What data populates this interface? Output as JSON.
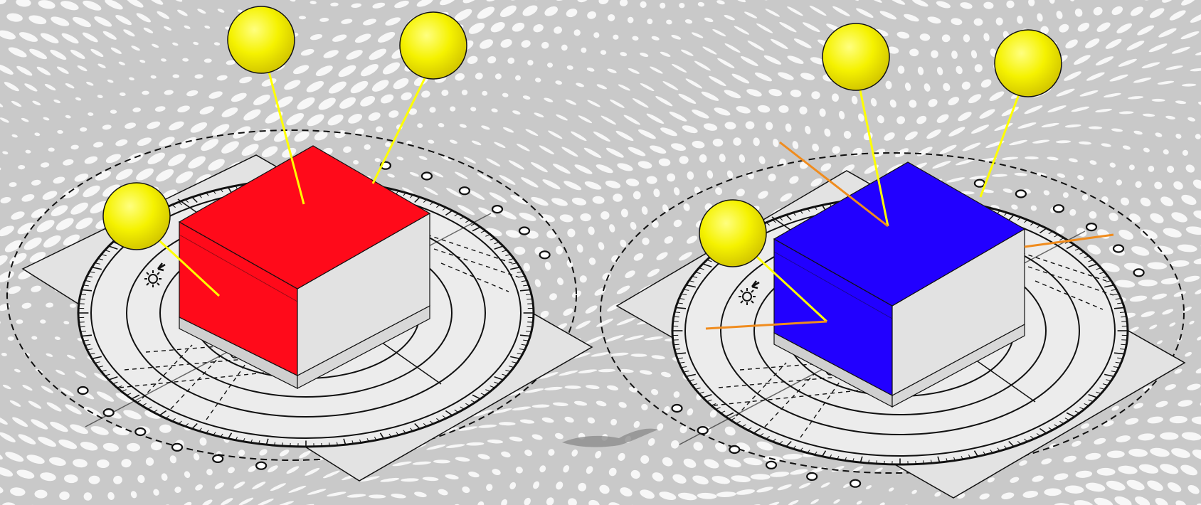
{
  "colors": {
    "background": "#c9c9c9",
    "pattern": "#ffffff",
    "sun_fill": "#f2f200",
    "sun_ray": "#ffff00",
    "reflected_ray": "#f08c1e",
    "left_cube_top": "#ff0a1a",
    "left_cube_front": "#ff0a1a",
    "right_cube_top": "#2200ff",
    "right_cube_front": "#2200ff",
    "cube_side": "#e2e2e2",
    "disc": "#e6e6e6",
    "line": "#111111"
  },
  "scene": {
    "left_model": {
      "top_color_name": "red",
      "suns": 3,
      "reflections": 0
    },
    "right_model": {
      "top_color_name": "blue",
      "suns": 3,
      "reflections": 2
    }
  },
  "icons": [
    "sun-symbol-icon",
    "north-arrow-icon",
    "compass-pin-icon",
    "bird-icon"
  ]
}
